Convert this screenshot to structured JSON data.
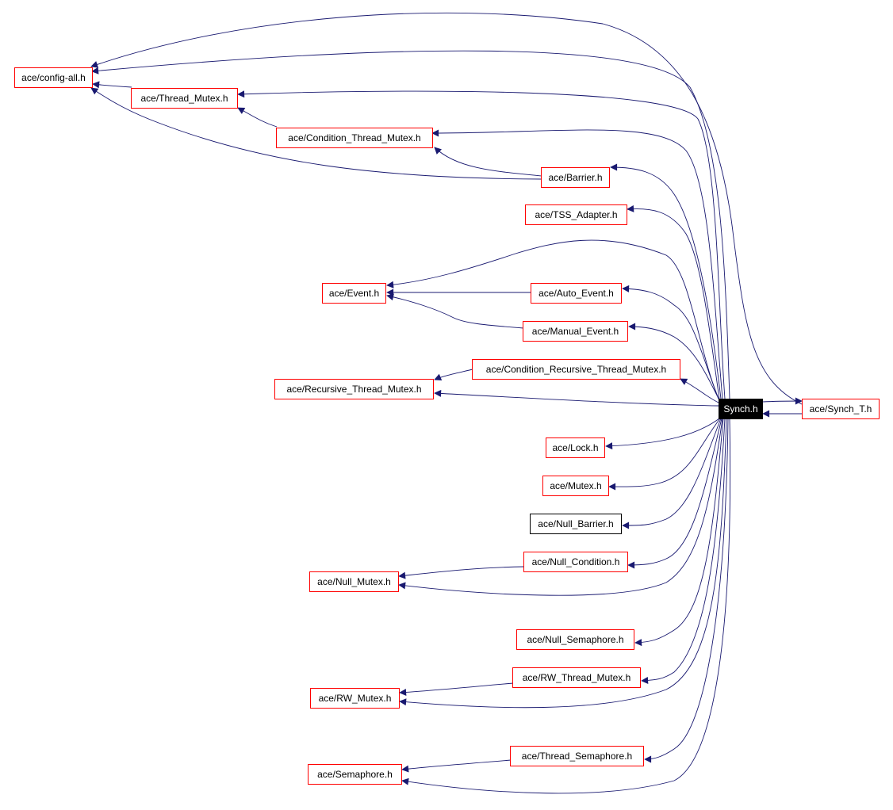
{
  "diagram": {
    "edge_color": "#191970",
    "node_border_color": "#ff0000",
    "plain_border_color": "#000000",
    "focus_fill": "#000000",
    "focus_text_color": "#ffffff",
    "nodes": [
      {
        "id": "config_all",
        "label": "ace/config-all.h",
        "style": "red"
      },
      {
        "id": "thread_mutex",
        "label": "ace/Thread_Mutex.h",
        "style": "red"
      },
      {
        "id": "cond_thread_mutex",
        "label": "ace/Condition_Thread_Mutex.h",
        "style": "red"
      },
      {
        "id": "barrier",
        "label": "ace/Barrier.h",
        "style": "red"
      },
      {
        "id": "tss_adapter",
        "label": "ace/TSS_Adapter.h",
        "style": "red"
      },
      {
        "id": "event",
        "label": "ace/Event.h",
        "style": "red"
      },
      {
        "id": "auto_event",
        "label": "ace/Auto_Event.h",
        "style": "red"
      },
      {
        "id": "manual_event",
        "label": "ace/Manual_Event.h",
        "style": "red"
      },
      {
        "id": "cond_rec_thread_mutex",
        "label": "ace/Condition_Recursive_Thread_Mutex.h",
        "style": "red"
      },
      {
        "id": "rec_thread_mutex",
        "label": "ace/Recursive_Thread_Mutex.h",
        "style": "red"
      },
      {
        "id": "synch",
        "label": "Synch.h",
        "style": "focus"
      },
      {
        "id": "synch_t",
        "label": "ace/Synch_T.h",
        "style": "red"
      },
      {
        "id": "lock",
        "label": "ace/Lock.h",
        "style": "red"
      },
      {
        "id": "mutex",
        "label": "ace/Mutex.h",
        "style": "red"
      },
      {
        "id": "null_barrier",
        "label": "ace/Null_Barrier.h",
        "style": "plain"
      },
      {
        "id": "null_condition",
        "label": "ace/Null_Condition.h",
        "style": "red"
      },
      {
        "id": "null_mutex",
        "label": "ace/Null_Mutex.h",
        "style": "red"
      },
      {
        "id": "null_semaphore",
        "label": "ace/Null_Semaphore.h",
        "style": "red"
      },
      {
        "id": "rw_thread_mutex",
        "label": "ace/RW_Thread_Mutex.h",
        "style": "red"
      },
      {
        "id": "rw_mutex",
        "label": "ace/RW_Mutex.h",
        "style": "red"
      },
      {
        "id": "thread_semaphore",
        "label": "ace/Thread_Semaphore.h",
        "style": "red"
      },
      {
        "id": "semaphore",
        "label": "ace/Semaphore.h",
        "style": "red"
      }
    ]
  }
}
